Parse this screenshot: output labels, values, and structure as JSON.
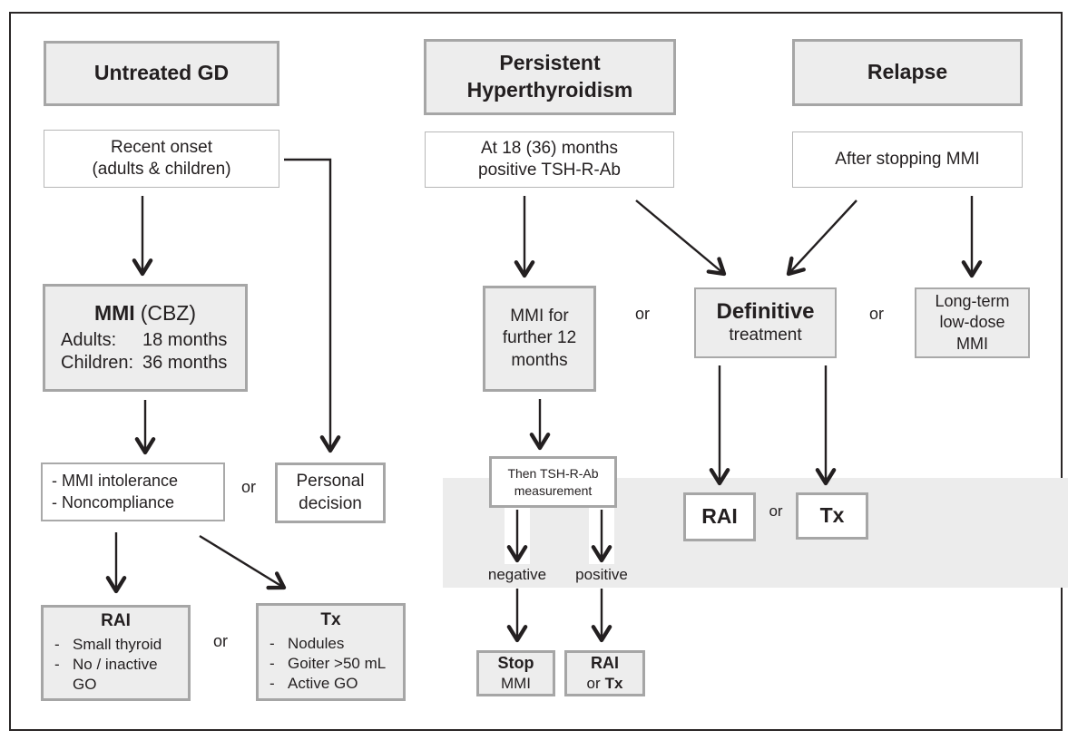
{
  "headers": {
    "untreated": "Untreated GD",
    "persistent_line1": "Persistent",
    "persistent_line2": "Hyperthyroidism",
    "relapse": "Relapse"
  },
  "labels": {
    "or": "or",
    "dash": "-",
    "negative": "negative",
    "positive": "positive"
  },
  "nodes": {
    "recent_onset": {
      "line1": "Recent onset",
      "line2": "(adults & children)"
    },
    "at_18_months": {
      "line1": "At 18 (36) months",
      "line2": "positive TSH-R-Ab"
    },
    "after_stopping_mmi": {
      "line1": "After stopping MMI"
    },
    "mmi_cbz": {
      "title_bold": "MMI",
      "title_suffix": "(CBZ)",
      "adults_label": "Adults:",
      "adults_value": "18 months",
      "children_label": "Children:",
      "children_value": "36 months"
    },
    "mmi_further": {
      "line1": "MMI for",
      "line2": "further 12",
      "line3": "months"
    },
    "definitive": {
      "line1": "Definitive",
      "line2": "treatment"
    },
    "long_term": {
      "line1": "Long-term",
      "line2": "low-dose",
      "line3": "MMI"
    },
    "intolerance": {
      "line1": "- MMI intolerance",
      "line2": "- Noncompliance"
    },
    "personal_decision": {
      "line1": "Personal",
      "line2": "decision"
    },
    "rai_option": {
      "title": "RAI",
      "item1": "Small thyroid",
      "item2": "No / inactive",
      "item2_wrap": "GO"
    },
    "tx_option": {
      "title": "Tx",
      "item1": "Nodules",
      "item2": "Goiter >50 mL",
      "item3": "Active GO"
    },
    "tshrab_measurement": {
      "line1": "Then TSH-R-Ab",
      "line2": "measurement"
    },
    "stop_mmi": {
      "line1": "Stop",
      "line2": "MMI"
    },
    "rai_or_tx": {
      "line1": "RAI",
      "line2_prefix": "or",
      "line2_bold": "Tx"
    },
    "rai_outcome": "RAI",
    "tx_outcome": "Tx"
  },
  "colors": {
    "box_fill": "#ededed",
    "box_border_thick": "#a6a6a6",
    "box_border_thin": "#b7b7b7",
    "band_fill": "#ececec",
    "frame_border": "#2a2626",
    "text": "#231f20",
    "arrow": "#231f20"
  }
}
